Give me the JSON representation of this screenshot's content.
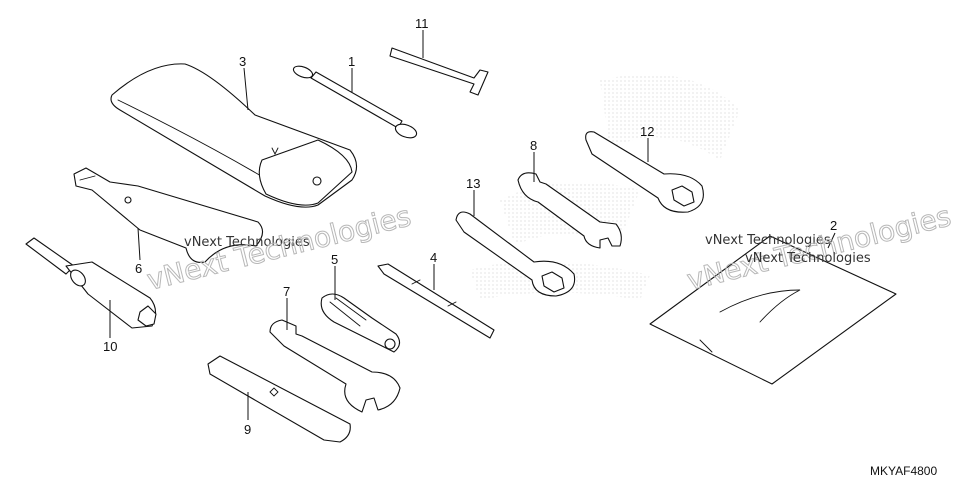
{
  "diagram": {
    "callouts": [
      "1",
      "2",
      "3",
      "4",
      "5",
      "6",
      "7",
      "8",
      "9",
      "10",
      "11",
      "12",
      "13"
    ],
    "watermarks": [
      "vNext Technologies",
      "vNext Technologies",
      "vNext Technologies"
    ],
    "diagram_code": "MKYAF4800"
  }
}
